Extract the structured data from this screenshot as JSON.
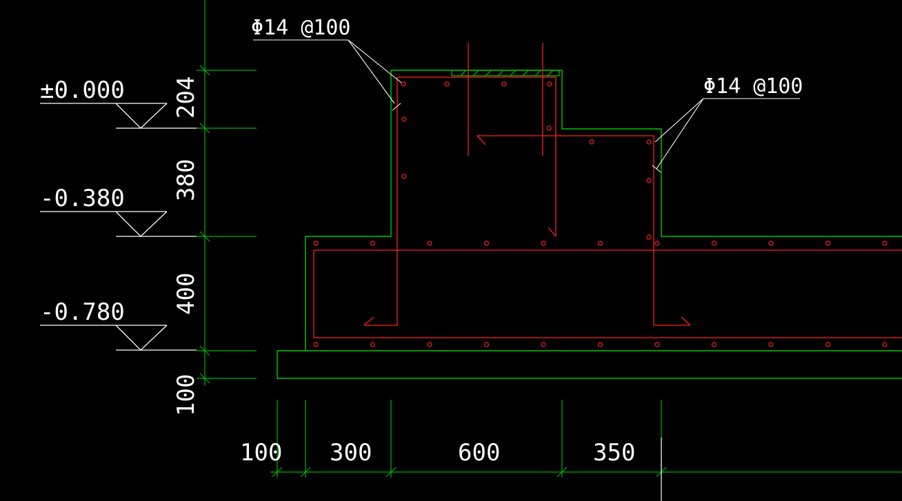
{
  "colors": {
    "background": "#000000",
    "concrete_outline": "#00c800",
    "dimension_line": "#00b400",
    "rebar": "#ff2020",
    "text": "#ffffff"
  },
  "level_marks": [
    {
      "label": "±0.000"
    },
    {
      "label": "-0.380"
    },
    {
      "label": "-0.780"
    }
  ],
  "vertical_dimensions": [
    {
      "label": "204"
    },
    {
      "label": "380"
    },
    {
      "label": "400"
    },
    {
      "label": "100"
    }
  ],
  "horizontal_dimensions": [
    {
      "label": "100"
    },
    {
      "label": "300"
    },
    {
      "label": "600"
    },
    {
      "label": "350"
    }
  ],
  "rebar_callouts": [
    {
      "label": "Φ14 @100"
    },
    {
      "label": "Φ14 @100"
    }
  ]
}
